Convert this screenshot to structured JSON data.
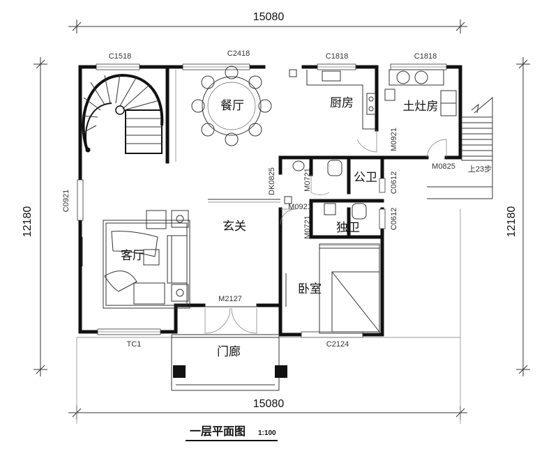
{
  "plan": {
    "title": "一层平面图",
    "scale": "1:100",
    "dimensions": {
      "top_width": "15080",
      "bottom_width": "15080",
      "left_height": "12180",
      "right_height": "12180"
    },
    "rooms": {
      "dining": "餐厅",
      "kitchen": "厨房",
      "stove_room": "土灶房",
      "public_bath": "公卫",
      "foyer": "玄关",
      "living": "客厅",
      "ensuite": "独卫",
      "bedroom": "卧室",
      "porch": "门廊"
    },
    "openings": {
      "c1518": "C1518",
      "c2418": "C2418",
      "c1818_a": "C1818",
      "c1818_b": "C1818",
      "c0921_left": "C0921",
      "m0921_kitchen": "M0921",
      "m0825_right": "M0825",
      "dk0825": "DK0825",
      "m0721_top": "M0721",
      "c0612_top": "C0612",
      "m0921_mid": "M0921",
      "m0721_bottom": "M0721",
      "c0612_bottom": "C0612",
      "m2127": "M2127",
      "tc1": "TC1",
      "c2124": "C2124"
    },
    "stair_label": "上23步"
  }
}
